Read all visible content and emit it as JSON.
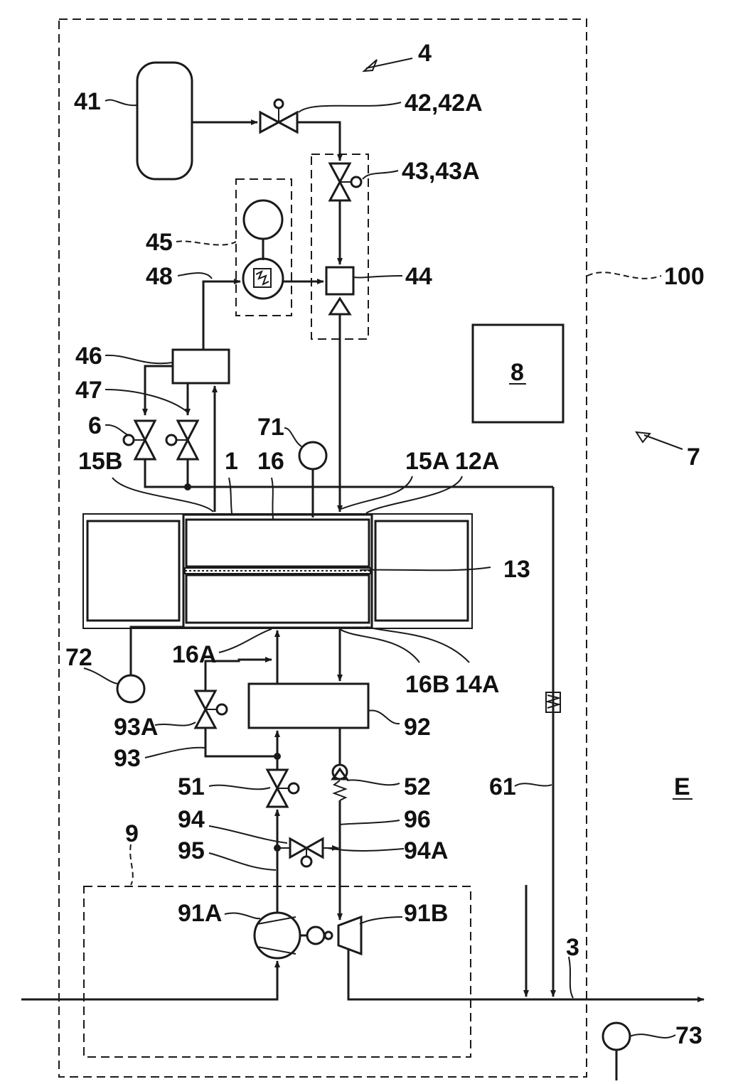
{
  "labels": {
    "l4": "4",
    "l41": "41",
    "l42": "42,42A",
    "l43": "43,43A",
    "l45": "45",
    "l48": "48",
    "l44": "44",
    "l100": "100",
    "l46": "46",
    "l47": "47",
    "l8": "8",
    "l6": "6",
    "l71": "71",
    "l7": "7",
    "l15B": "15B",
    "l1": "1",
    "l16": "16",
    "l15A": "15A",
    "l12A": "12A",
    "l13": "13",
    "l72": "72",
    "l16A": "16A",
    "l16B": "16B",
    "l14A": "14A",
    "l93A": "93A",
    "l92": "92",
    "l93": "93",
    "l51": "51",
    "l52": "52",
    "l61": "61",
    "lE": "E",
    "l94": "94",
    "l96": "96",
    "l9": "9",
    "l95": "95",
    "l94A": "94A",
    "l91A": "91A",
    "l91B": "91B",
    "l3": "3",
    "l73": "73"
  }
}
